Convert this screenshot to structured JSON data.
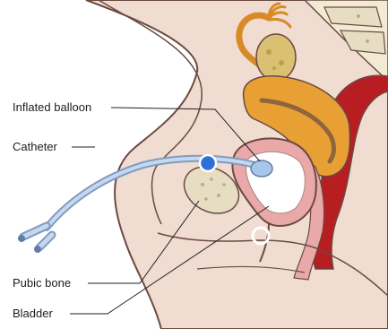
{
  "labels": {
    "inflated_balloon": "Inflated balloon",
    "catheter": "Catheter",
    "pubic_bone": "Pubic bone",
    "bladder": "Bladder"
  },
  "colors": {
    "background": "#ffffff",
    "skin": "#f0dcd0",
    "skin_outline": "#6b4a42",
    "tissue_pink": "#e9a9a9",
    "bone": "#e6ddc3",
    "uterus_orange": "#e8a035",
    "ovary_yellow": "#d9c073",
    "rectum_red": "#b81d22",
    "catheter_blue": "#aac3e0",
    "marker_blue": "#2f6fd6",
    "marker_ring": "#ffffff"
  },
  "icons": [
    "blue-dot-marker",
    "white-ring-marker"
  ]
}
